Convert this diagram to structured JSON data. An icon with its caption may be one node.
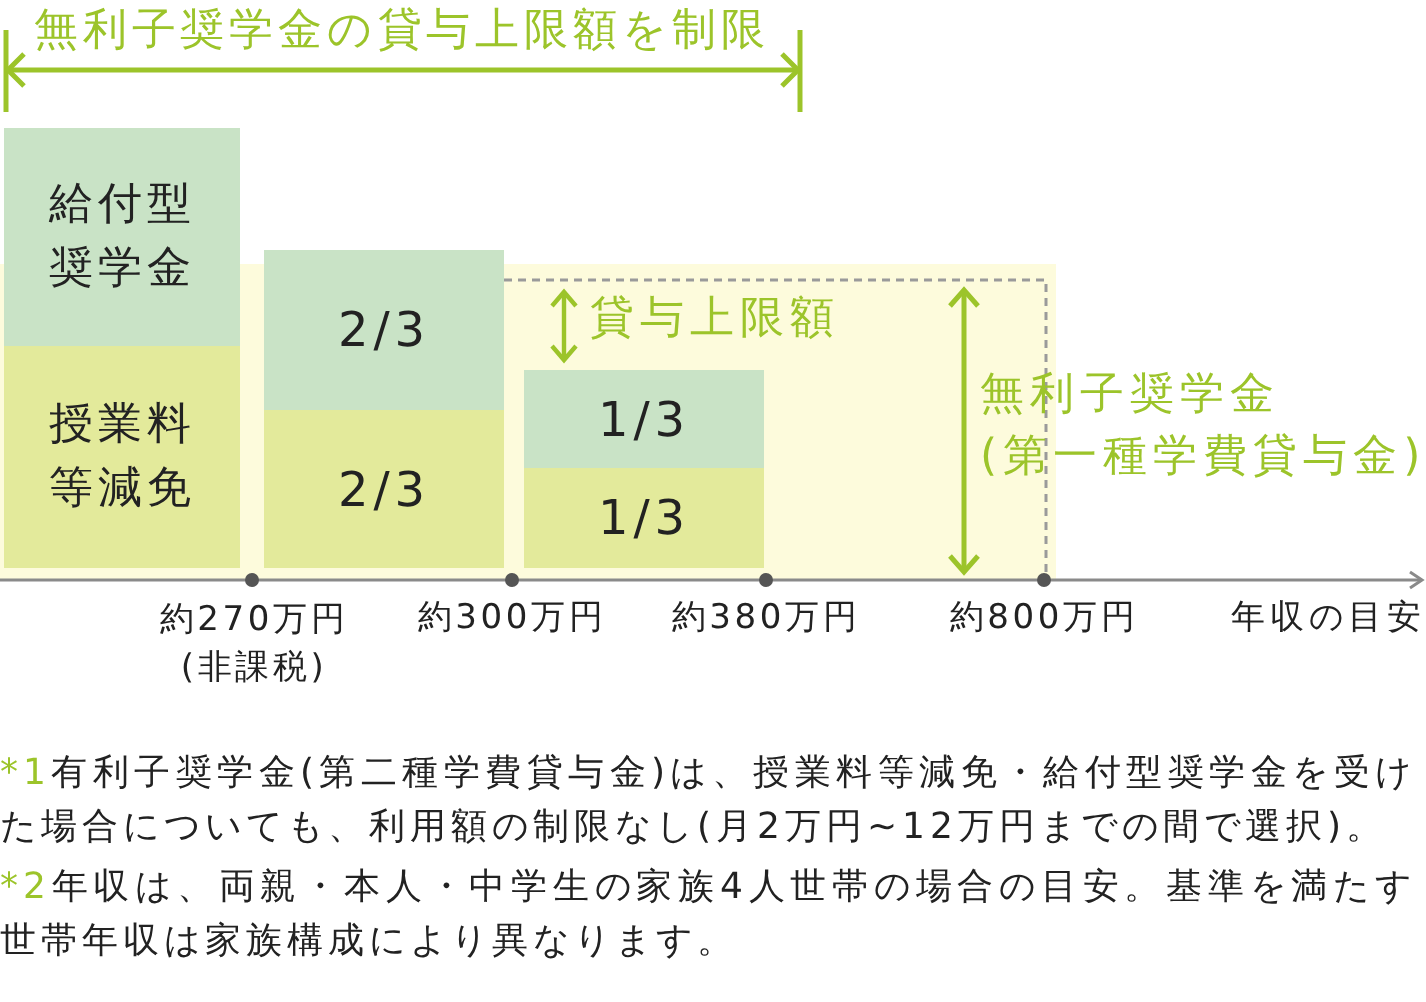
{
  "diagram": {
    "nodes": [
      {
        "text": [
          "給付型奨学金"
        ]
      },
      {
        "text": [
          "授業料等減免"
        ]
      },
      {
        "text": [
          "2/3"
        ]
      },
      {
        "text": [
          "2/3"
        ]
      },
      {
        "text": [
          "1/3"
        ]
      },
      {
        "text": [
          "1/3"
        ]
      }
    ],
    "labels": [
      "無利子奨学金の貸与上限額を制限",
      "貸与上限額",
      "無利子奨学金(第一種学費貸与金)",
      "約270万円(非課税)",
      "約300万円",
      "約380万円",
      "約800万円",
      "年収の目安",
      "*1有利子奨学金(第二種学費貸与金)は、授業料等減免・給付型奨学金を受けた場合についても、利用額の制限なし(月2万円~12万円までの間で選択)。",
      "*2年収は、両親・本人・中学生の家族4人世帯の場合の目安。基準を満たす世帯年収は家族構成により異なります。"
    ]
  }
}
